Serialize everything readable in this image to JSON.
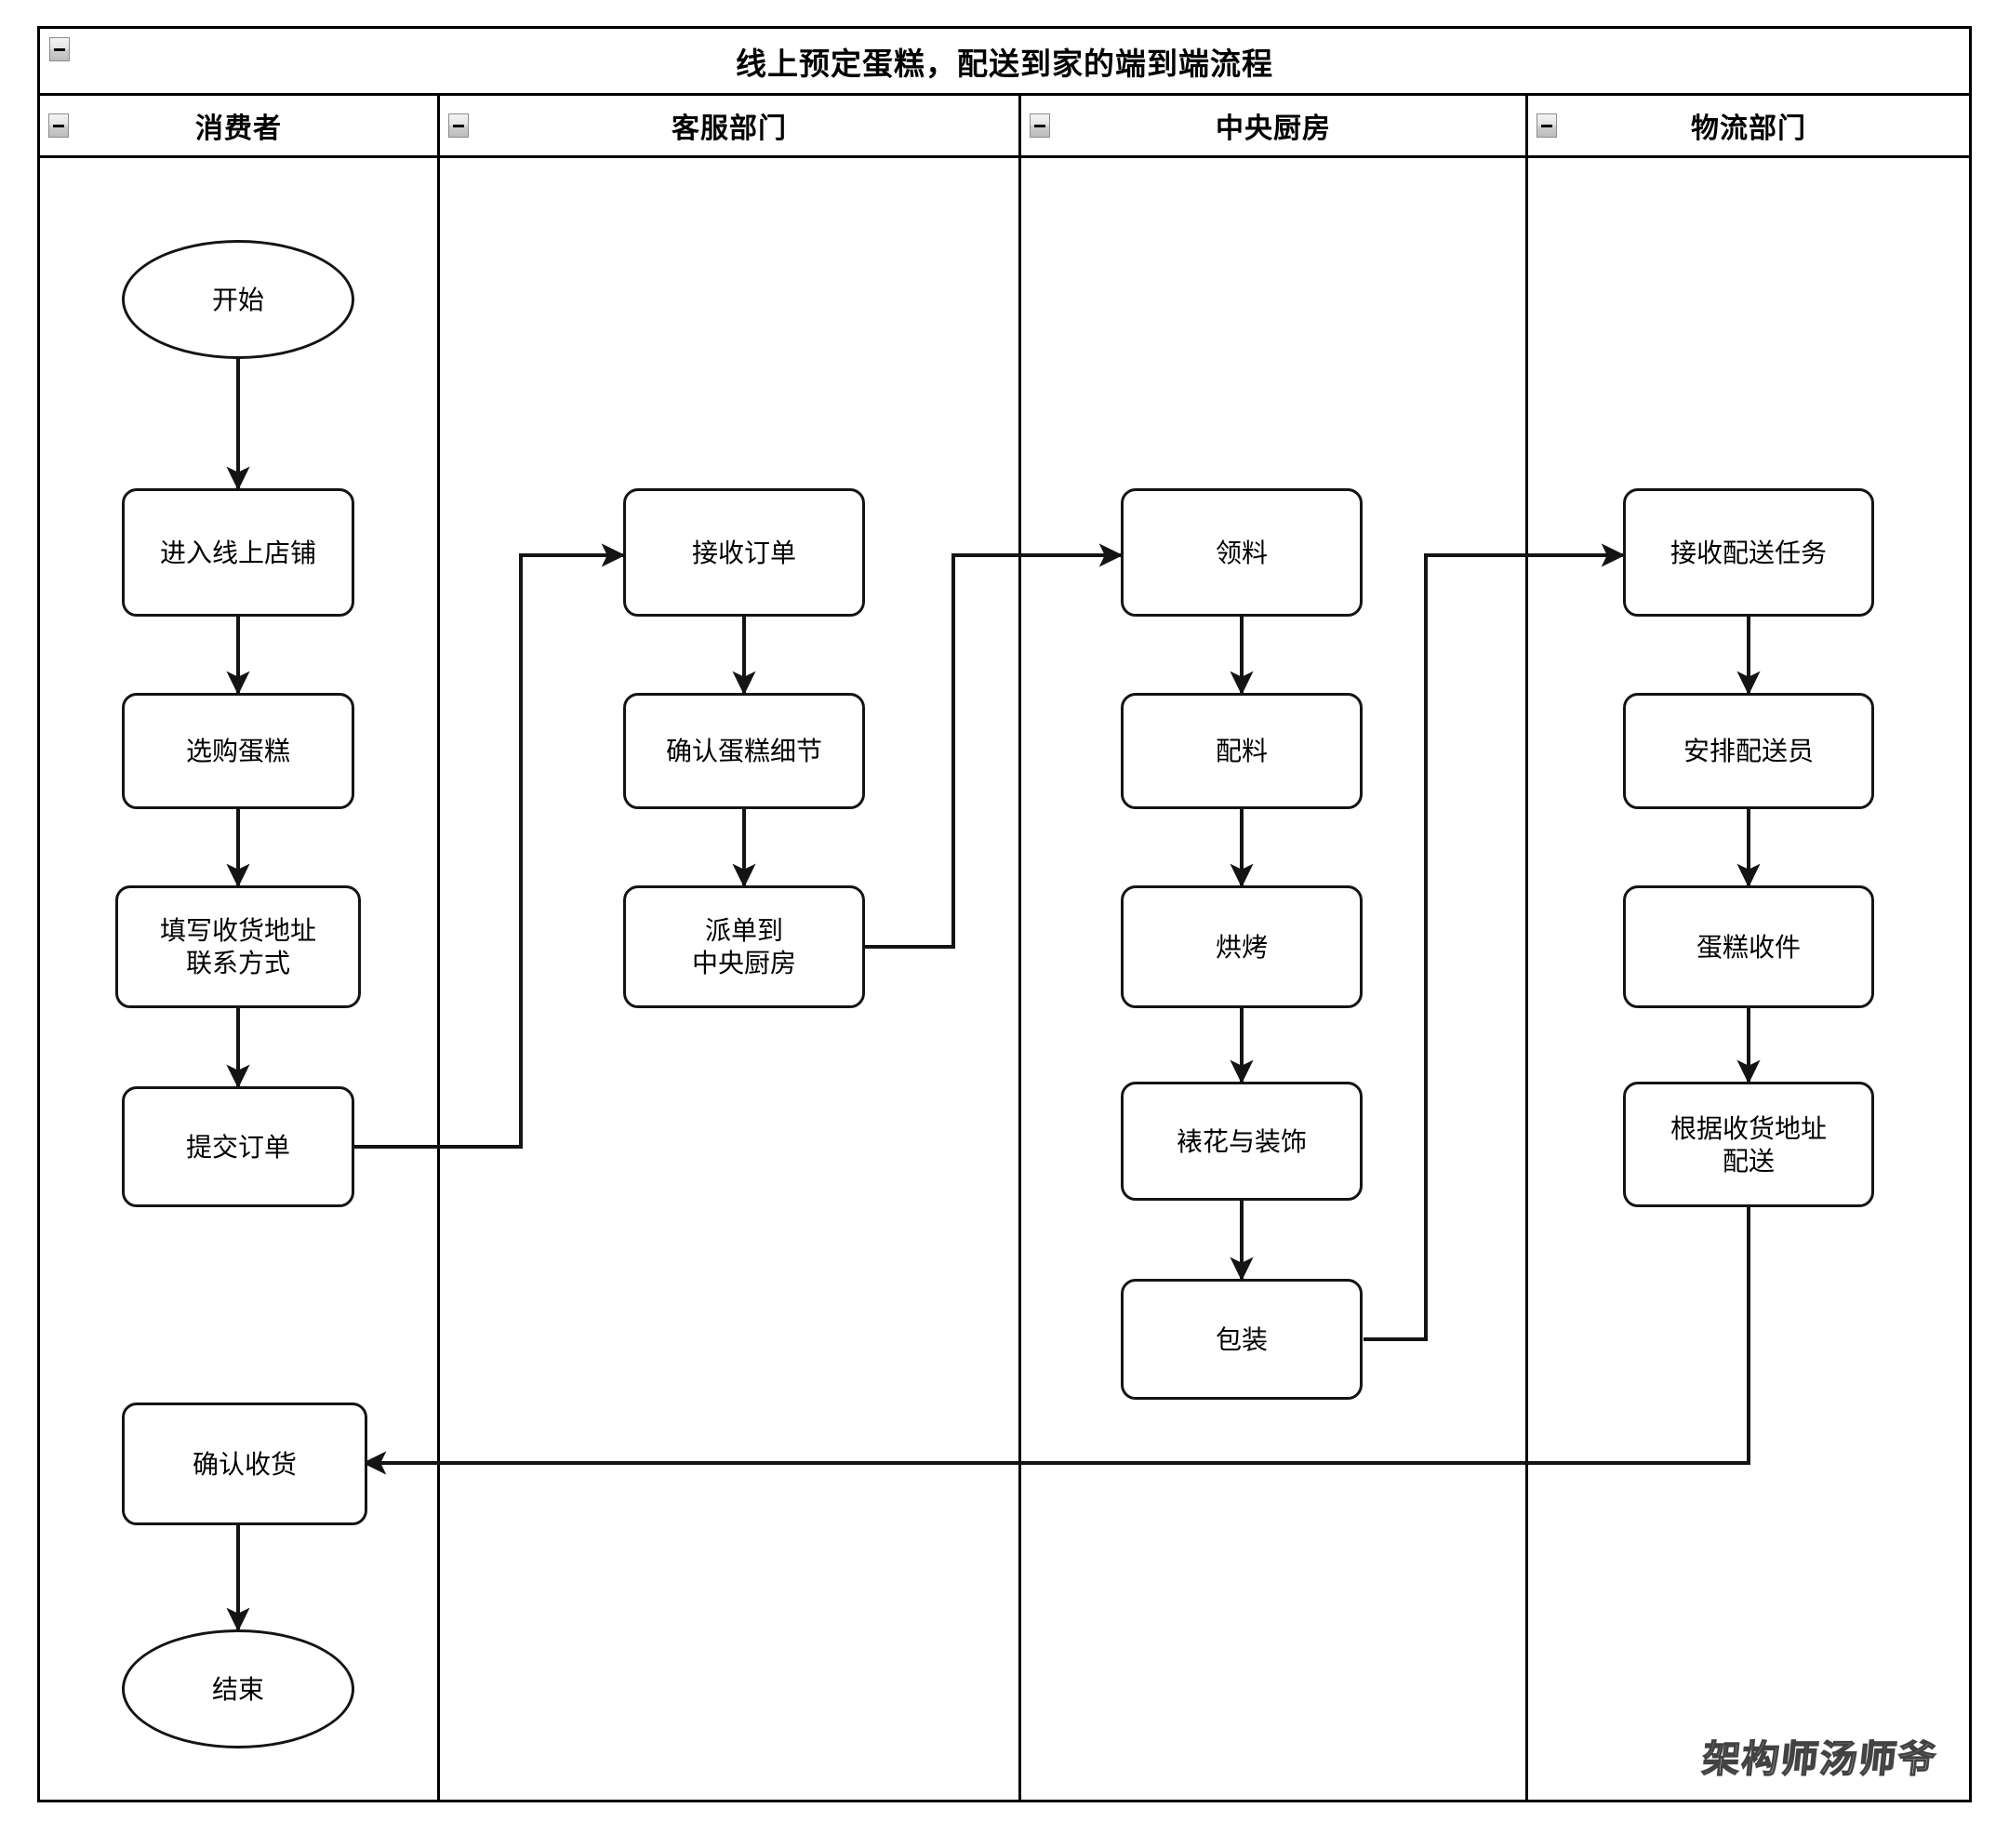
{
  "diagram": {
    "title": "线上预定蛋糕，配送到家的端到端流程",
    "type": "swimlane-flowchart",
    "collapse_icon": "minus-box-icon",
    "watermark": "架构师汤师爷",
    "colors": {
      "stroke": "#141414",
      "fill": "#ffffff",
      "lane_border": "#000000",
      "text": "#000000"
    }
  },
  "lanes": [
    {
      "id": "consumer",
      "label": "消费者"
    },
    {
      "id": "service",
      "label": "客服部门"
    },
    {
      "id": "kitchen",
      "label": "中央厨房"
    },
    {
      "id": "logistics",
      "label": "物流部门"
    }
  ],
  "nodes": [
    {
      "id": "n1",
      "lane": "consumer",
      "shape": "terminator",
      "label": "开始"
    },
    {
      "id": "n2",
      "lane": "consumer",
      "shape": "process",
      "label": "进入线上店铺"
    },
    {
      "id": "n3",
      "lane": "consumer",
      "shape": "process",
      "label": "选购蛋糕"
    },
    {
      "id": "n4",
      "lane": "consumer",
      "shape": "process",
      "label": "填写收货地址\n联系方式"
    },
    {
      "id": "n5",
      "lane": "consumer",
      "shape": "process",
      "label": "提交订单"
    },
    {
      "id": "n6",
      "lane": "consumer",
      "shape": "process",
      "label": "确认收货"
    },
    {
      "id": "n7",
      "lane": "consumer",
      "shape": "terminator",
      "label": "结束"
    },
    {
      "id": "n8",
      "lane": "service",
      "shape": "process",
      "label": "接收订单"
    },
    {
      "id": "n9",
      "lane": "service",
      "shape": "process",
      "label": "确认蛋糕细节"
    },
    {
      "id": "n10",
      "lane": "service",
      "shape": "process",
      "label": "派单到\n中央厨房"
    },
    {
      "id": "n11",
      "lane": "kitchen",
      "shape": "process",
      "label": "领料"
    },
    {
      "id": "n12",
      "lane": "kitchen",
      "shape": "process",
      "label": "配料"
    },
    {
      "id": "n13",
      "lane": "kitchen",
      "shape": "process",
      "label": "烘烤"
    },
    {
      "id": "n14",
      "lane": "kitchen",
      "shape": "process",
      "label": "裱花与装饰"
    },
    {
      "id": "n15",
      "lane": "kitchen",
      "shape": "process",
      "label": "包装"
    },
    {
      "id": "n16",
      "lane": "logistics",
      "shape": "process",
      "label": "接收配送任务"
    },
    {
      "id": "n17",
      "lane": "logistics",
      "shape": "process",
      "label": "安排配送员"
    },
    {
      "id": "n18",
      "lane": "logistics",
      "shape": "process",
      "label": "蛋糕收件"
    },
    {
      "id": "n19",
      "lane": "logistics",
      "shape": "process",
      "label": "根据收货地址\n配送"
    }
  ],
  "edges": [
    {
      "from": "n1",
      "to": "n2"
    },
    {
      "from": "n2",
      "to": "n3"
    },
    {
      "from": "n3",
      "to": "n4"
    },
    {
      "from": "n4",
      "to": "n5"
    },
    {
      "from": "n5",
      "to": "n8"
    },
    {
      "from": "n8",
      "to": "n9"
    },
    {
      "from": "n9",
      "to": "n10"
    },
    {
      "from": "n10",
      "to": "n11"
    },
    {
      "from": "n11",
      "to": "n12"
    },
    {
      "from": "n12",
      "to": "n13"
    },
    {
      "from": "n13",
      "to": "n14"
    },
    {
      "from": "n14",
      "to": "n15"
    },
    {
      "from": "n15",
      "to": "n16"
    },
    {
      "from": "n16",
      "to": "n17"
    },
    {
      "from": "n17",
      "to": "n18"
    },
    {
      "from": "n18",
      "to": "n19"
    },
    {
      "from": "n19",
      "to": "n6"
    },
    {
      "from": "n6",
      "to": "n7"
    }
  ]
}
